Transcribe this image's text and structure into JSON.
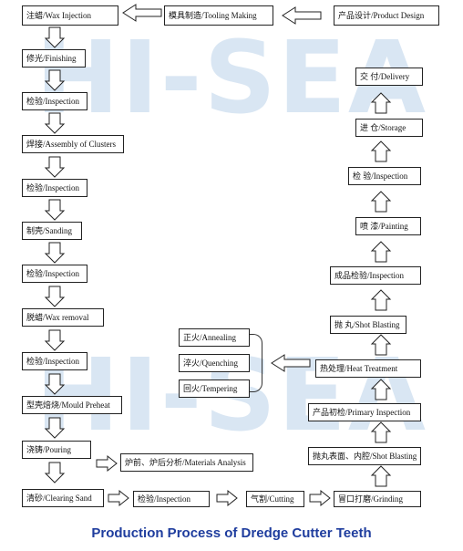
{
  "watermark": "HI-SEA",
  "caption": "Production Process of Dredge Cutter Teeth",
  "nodes": {
    "product_design": "产品设计/Product Design",
    "tooling_making": "模具制造/Tooling Making",
    "wax_injection": "注蜡/Wax Injection",
    "finishing": "修光/Finishing",
    "inspection_1": "检验/Inspection",
    "assembly": "焊接/Assembly of Clusters",
    "inspection_2": "检验/Inspection",
    "sanding": "制壳/Sanding",
    "inspection_3": "检验/Inspection",
    "wax_removal": "脱蜡/Wax removal",
    "inspection_4": "检验/Inspection",
    "mould_preheat": "型壳焙烧/Mould Preheat",
    "pouring": "浇铸/Pouring",
    "materials_analysis": "炉前、炉后分析/Materials Analysis",
    "clearing_sand": "清砂/Clearing Sand",
    "inspection_5": "检验/Inspection",
    "cutting": "气割/Cutting",
    "grinding": "冒口打磨/Grinding",
    "shot_blasting_2": "抛丸表面、内腔/Shot Blasting",
    "primary_inspection": "产品初检/Primary Inspection",
    "heat_treatment": "热处理/Heat Treatment",
    "annealing": "正火/Annealing",
    "quenching": "淬火/Quenching",
    "tempering": "回火/Tempering",
    "shot_blasting_1": "抛 丸/Shot Blasting",
    "final_inspection": "成品检验/Inspection",
    "painting": "喷 漆/Painting",
    "inspection_6": "检 验/Inspection",
    "storage": "进 仓/Storage",
    "delivery": "交 付/Delivery"
  }
}
